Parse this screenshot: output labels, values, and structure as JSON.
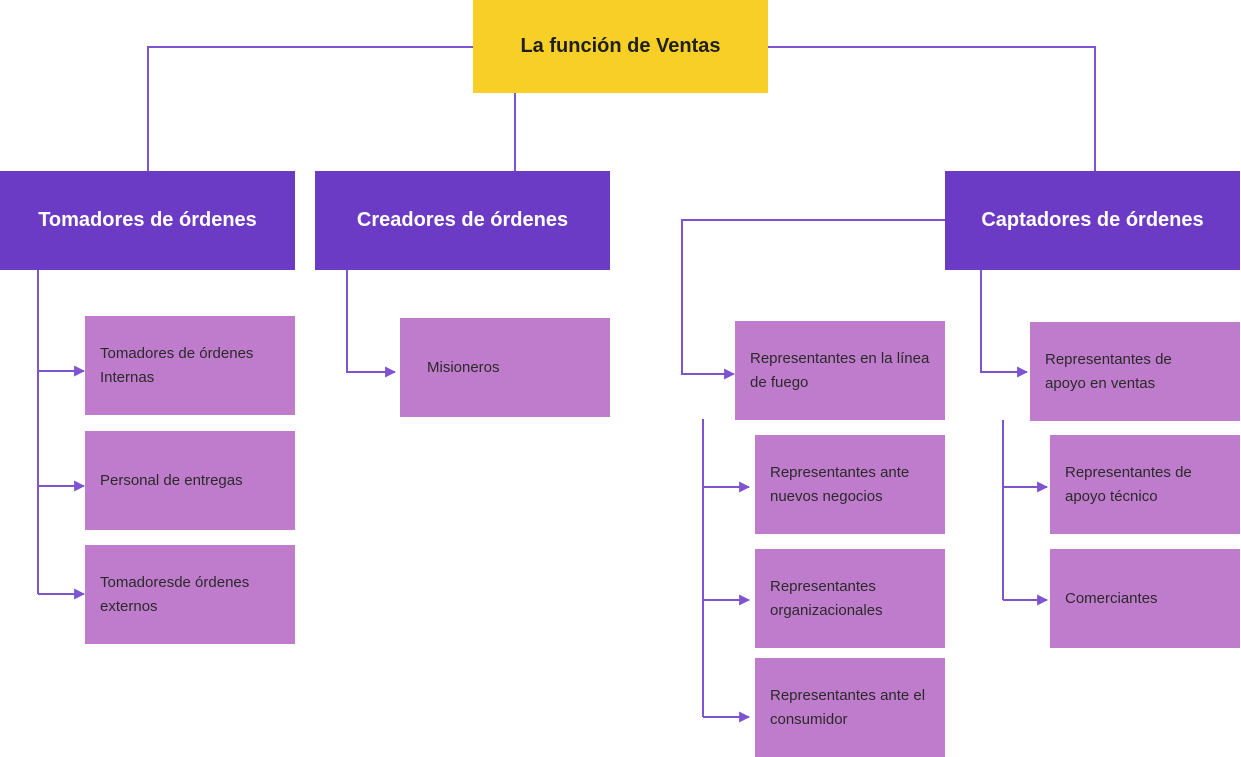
{
  "title": "La función de Ventas",
  "colors": {
    "root_fill": "#f8cf26",
    "category_fill": "#6b3bc6",
    "leaf_fill": "#c07ccc",
    "connector": "#7e55cf"
  },
  "categories": [
    {
      "label": "Tomadores de órdenes",
      "children": [
        "Tomadores de órdenes Internas",
        "Personal de entregas",
        "Tomadoresde órdenes externos"
      ]
    },
    {
      "label": "Creadores de órdenes",
      "children": [
        "Misioneros"
      ]
    },
    {
      "label": "Captadores de órdenes",
      "groups": [
        {
          "label": "Representantes en la línea de fuego",
          "children": [
            "Representantes ante nuevos negocios",
            "Representantes organizacionales",
            "Representantes ante el consumidor"
          ]
        },
        {
          "label": "Representantes de apoyo en ventas",
          "children": [
            "Representantes de apoyo técnico",
            "Comerciantes"
          ]
        }
      ]
    }
  ]
}
